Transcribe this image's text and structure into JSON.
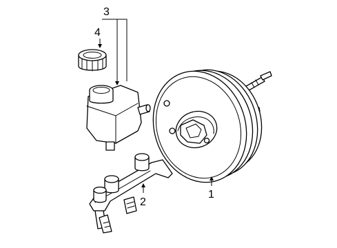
{
  "diagram": {
    "callouts": [
      {
        "id": "booster",
        "number": "1"
      },
      {
        "id": "bracket",
        "number": "2"
      },
      {
        "id": "reservoir",
        "number": "3"
      },
      {
        "id": "cap",
        "number": "4"
      }
    ],
    "line_color": "#000000",
    "background": "#ffffff"
  }
}
